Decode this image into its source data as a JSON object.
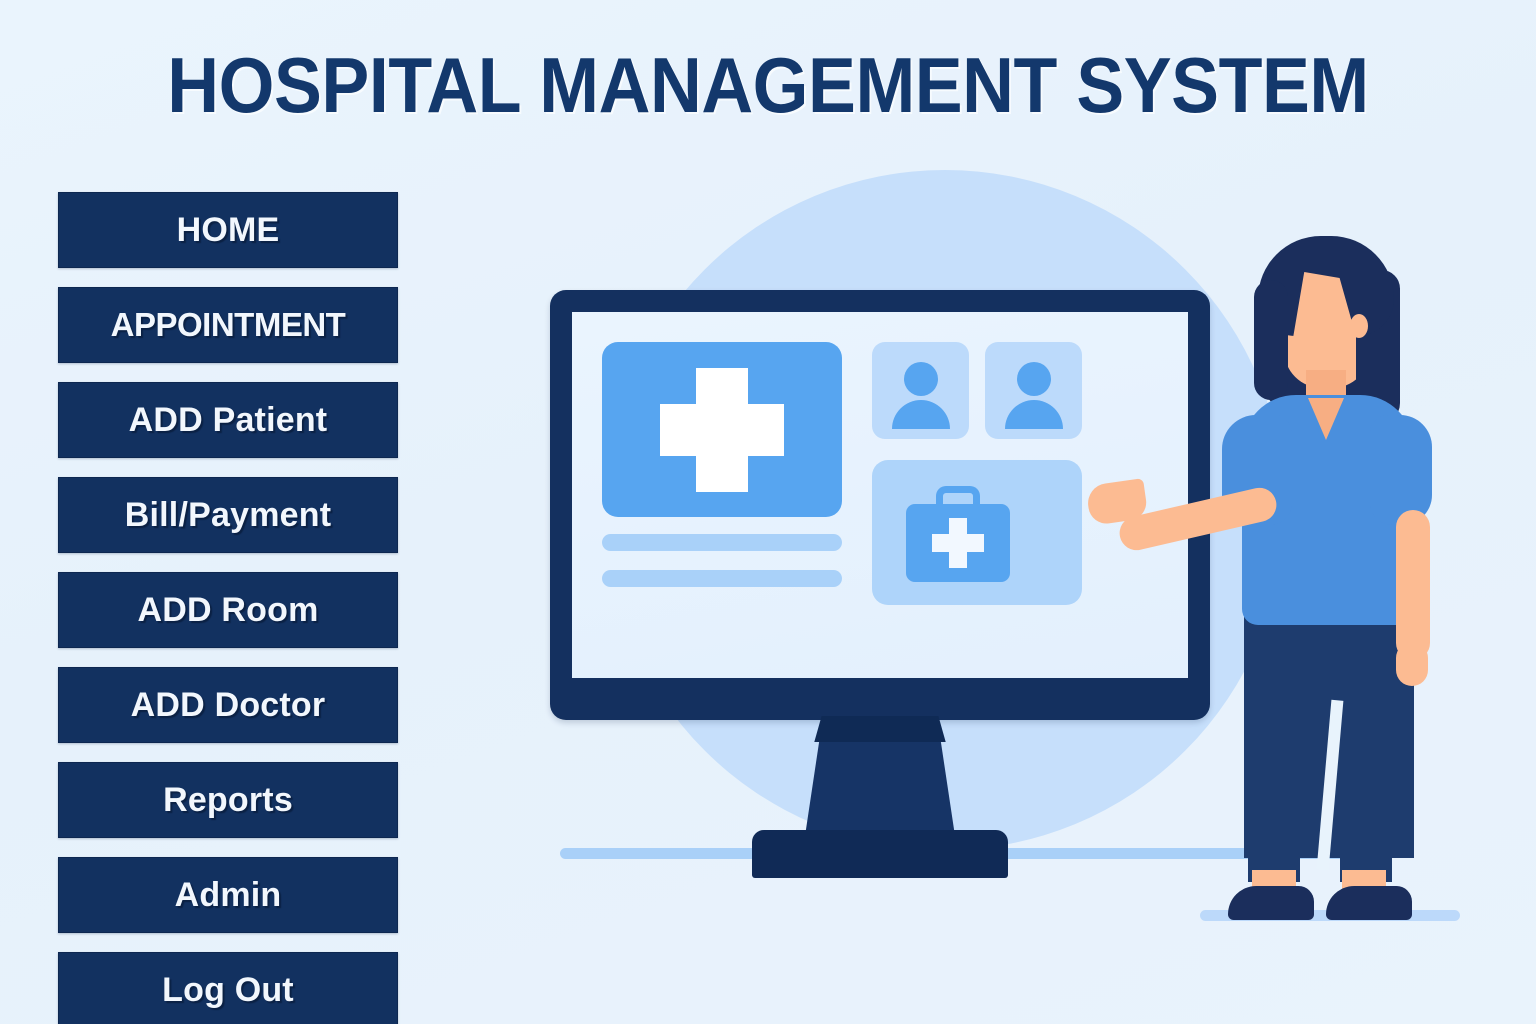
{
  "page": {
    "title": "HOSPITAL MANAGEMENT SYSTEM",
    "background_color": "#e8f3fc",
    "accent_navy": "#123160",
    "accent_blue": "#57a5f0"
  },
  "sidebar": {
    "items": [
      {
        "label": "HOME",
        "name": "home"
      },
      {
        "label": "APPOINTMENT",
        "name": "appointment"
      },
      {
        "label": "ADD Patient",
        "name": "add-patient"
      },
      {
        "label": "Bill/Payment",
        "name": "bill-payment"
      },
      {
        "label": "ADD Room",
        "name": "add-room"
      },
      {
        "label": "ADD Doctor",
        "name": "add-doctor"
      },
      {
        "label": "Reports",
        "name": "reports"
      },
      {
        "label": "Admin",
        "name": "admin"
      },
      {
        "label": "Log Out",
        "name": "log-out"
      }
    ]
  },
  "illustration": {
    "description": "Nurse in blue scrubs pointing at a desktop monitor showing a hospital dashboard",
    "screen_cards": [
      {
        "name": "medical-cross-card",
        "icon": "medical-cross-icon"
      },
      {
        "name": "patient-avatar-card-1",
        "icon": "user-avatar-icon"
      },
      {
        "name": "patient-avatar-card-2",
        "icon": "user-avatar-icon"
      },
      {
        "name": "medical-kit-card",
        "icon": "medical-briefcase-icon"
      }
    ],
    "placeholder_bars": 2,
    "colors": {
      "monitor_frame": "#14305f",
      "screen": "#e8f3fd",
      "card_primary": "#57a5f0",
      "card_secondary": "#bcdafb",
      "circle": "#c6dffb",
      "scrub_top": "#4a8fdd",
      "scrub_pants": "#1e3c6e",
      "hair": "#1b2e5c",
      "skin": "#fcbb92"
    }
  }
}
